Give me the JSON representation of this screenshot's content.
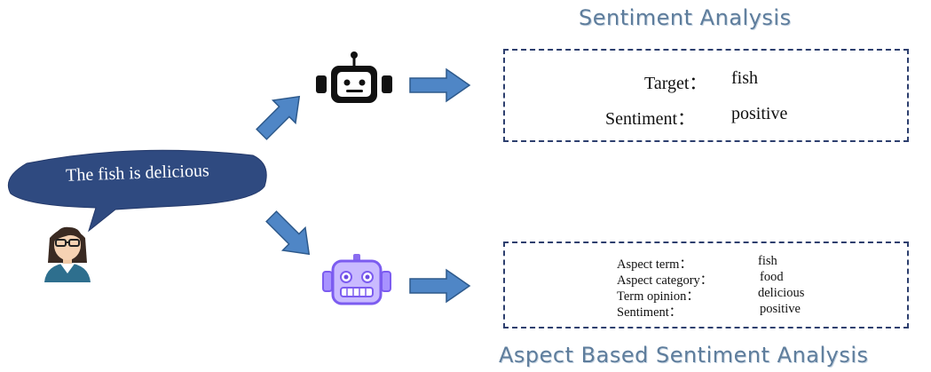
{
  "titles": {
    "sentiment_analysis": "Sentiment Analysis",
    "aspect_based": "Aspect Based Sentiment Analysis"
  },
  "speech_bubble": {
    "text": "The fish is delicious"
  },
  "sentiment_box": {
    "rows": [
      {
        "label": "Target：",
        "value": "fish"
      },
      {
        "label": "Sentiment：",
        "value": "positive"
      }
    ]
  },
  "aspect_box": {
    "rows": [
      {
        "label": "Aspect term：",
        "value": "fish"
      },
      {
        "label": "Aspect category：",
        "value": "food"
      },
      {
        "label": "Term opinion：",
        "value": "delicious"
      },
      {
        "label": "Sentiment：",
        "value": "positive"
      }
    ]
  },
  "icons": {
    "user": "user-avatar-icon",
    "robot_top": "robot-icon",
    "robot_bottom": "robot-icon"
  },
  "colors": {
    "bubble": "#2f4a80",
    "arrow_fill": "#4f86c6",
    "arrow_stroke": "#2e5a8c",
    "robot_bottom": "#8a6cf0",
    "title": "#5e7d9c",
    "box_border": "#2d3f6e"
  }
}
